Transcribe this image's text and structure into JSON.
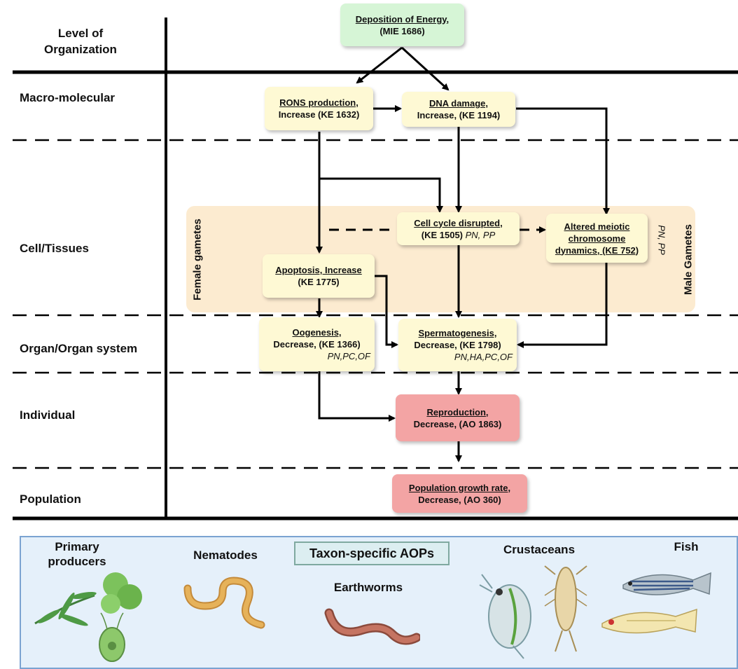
{
  "header": {
    "level_title_line1": "Level of",
    "level_title_line2": "Organization"
  },
  "levels": [
    "Macro-molecular",
    "Cell/Tissues",
    "Organ/Organ system",
    "Individual",
    "Population"
  ],
  "band": {
    "female_label": "Female gametes",
    "male_label": "Male Gametes",
    "male_tags": "PN, PP"
  },
  "nodes": {
    "mie": {
      "line1": "Deposition of Energy,",
      "line2": "(MIE 1686)"
    },
    "rons": {
      "line1": "RONS production,",
      "line2": "Increase (KE 1632)"
    },
    "dna": {
      "line1": "DNA damage,",
      "line2": "Increase, (KE 1194)"
    },
    "cellcycle": {
      "line1": "Cell cycle disrupted,",
      "line2": "(KE 1505)",
      "tags": "PN, PP"
    },
    "meiotic": {
      "line1": "Altered meiotic",
      "line2": "chromosome",
      "line3": "dynamics, (KE 752)"
    },
    "apoptosis": {
      "line1": "Apoptosis, Increase",
      "line2": "(KE 1775)"
    },
    "oogenesis": {
      "line1": "Oogenesis,",
      "line2": "Decrease, (KE 1366)",
      "tags": "PN,PC,OF"
    },
    "spermatogenesis": {
      "line1": "Spermatogenesis,",
      "line2": "Decrease, (KE 1798)",
      "tags": "PN,HA,PC,OF"
    },
    "reproduction": {
      "line1": "Reproduction,",
      "line2": "Decrease, (AO 1863)"
    },
    "population": {
      "line1": "Population growth rate,",
      "line2": "Decrease, (AO 360)"
    }
  },
  "taxon": {
    "title": "Taxon-specific AOPs",
    "primary_line1": "Primary",
    "primary_line2": "producers",
    "nematodes": "Nematodes",
    "earthworms": "Earthworms",
    "crustaceans": "Crustaceans",
    "fish": "Fish"
  },
  "colors": {
    "mie": "#d6f5d6",
    "ke": "#fef9d4",
    "ao": "#f3a4a4",
    "band": "#fbe8c8",
    "taxon_bg": "#e5f0fa",
    "taxon_border": "#7ba3d1"
  }
}
